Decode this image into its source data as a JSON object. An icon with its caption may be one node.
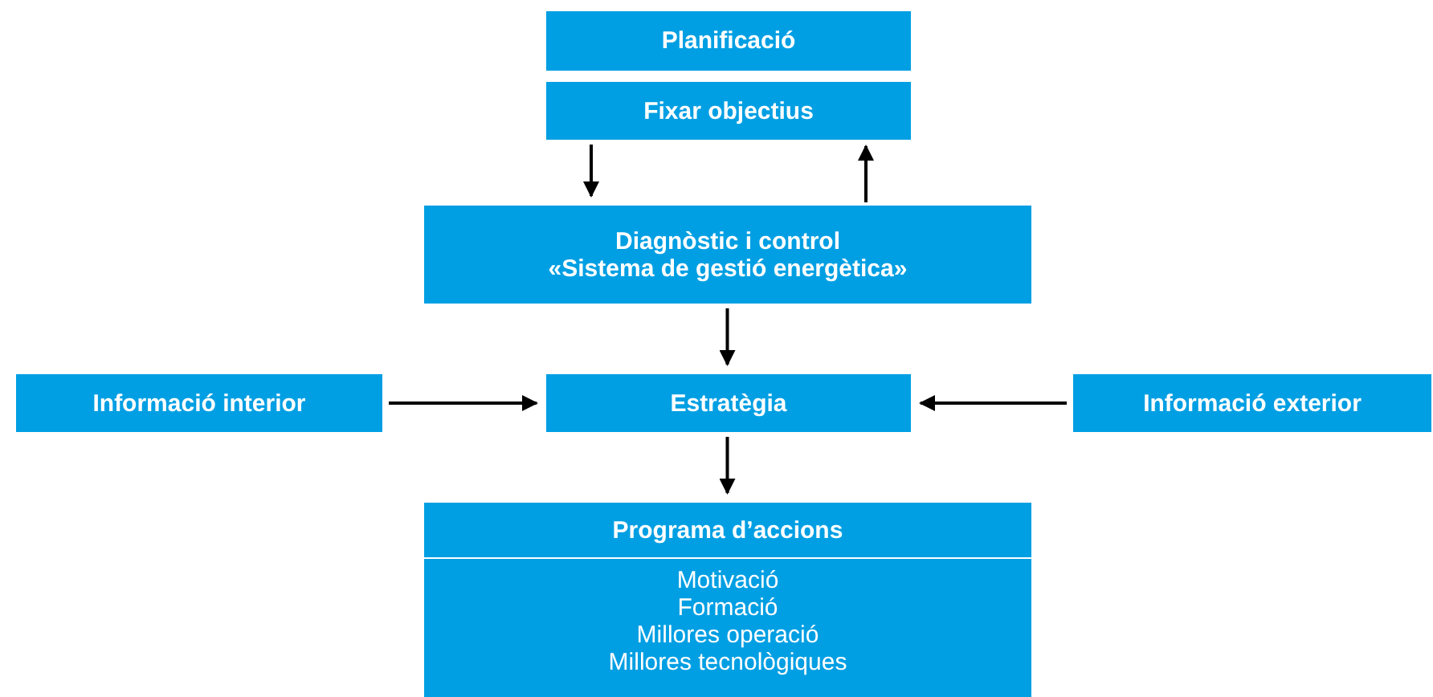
{
  "diagram": {
    "nodes": [
      {
        "text": [
          "Planificació"
        ]
      },
      {
        "text": [
          "Fixar objectius"
        ]
      },
      {
        "text": [
          "Diagnòstic i control",
          "«Sistema de gestió energètica»"
        ]
      },
      {
        "text": [
          "Informació interior"
        ]
      },
      {
        "text": [
          "Estratègia"
        ]
      },
      {
        "text": [
          "Informació exterior"
        ]
      },
      {
        "text": [
          "Programa d’accions",
          "Motivació",
          "Formació",
          "Millores operació",
          "Millores tecnològiques"
        ]
      }
    ],
    "edges": [
      {
        "from": 1,
        "to": 2,
        "arrow": "to"
      },
      {
        "from": 2,
        "to": 1,
        "arrow": "to"
      },
      {
        "from": 2,
        "to": 4,
        "arrow": "to"
      },
      {
        "from": 3,
        "to": 4,
        "arrow": "to"
      },
      {
        "from": 5,
        "to": 4,
        "arrow": "to"
      },
      {
        "from": 4,
        "to": 6,
        "arrow": "to"
      }
    ]
  }
}
